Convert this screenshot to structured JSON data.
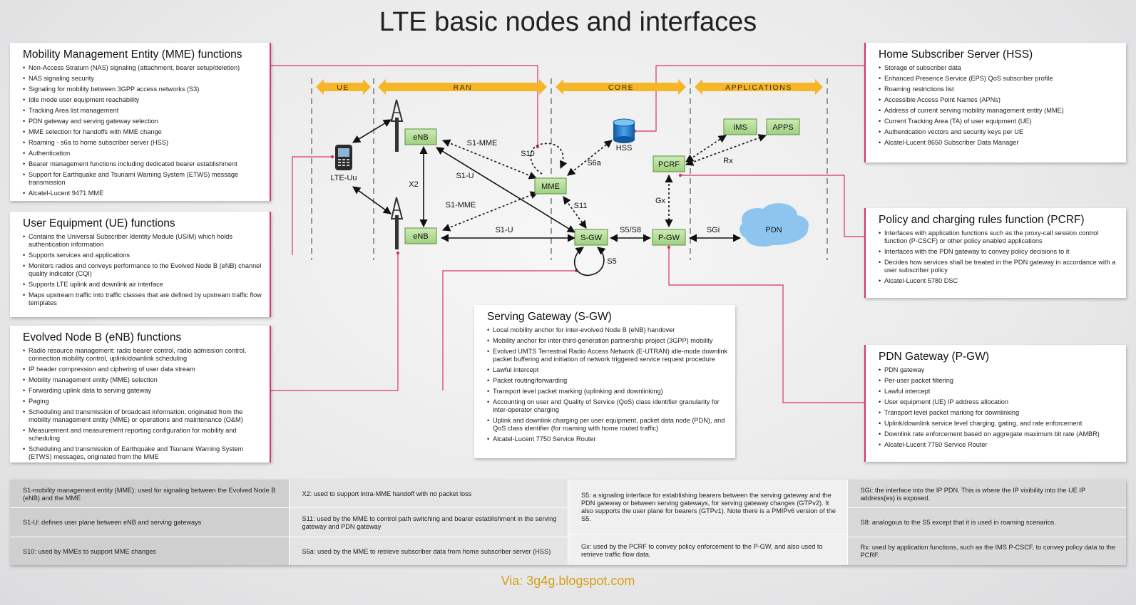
{
  "title": "LTE basic nodes and interfaces",
  "footer": "Via: 3g4g.blogspot.com",
  "colors": {
    "accent_line": "#d8326a",
    "node_fill": "#b5dd98",
    "domain_arrow": "#f5b727",
    "hss_blue": "#1f6fb8"
  },
  "domains": {
    "ue": "UE",
    "ran": "RAN",
    "core": "CORE",
    "apps": "APPLICATIONS"
  },
  "nodes": {
    "enb_top": "eNB",
    "enb_bottom": "eNB",
    "mme": "MME",
    "sgw": "S-GW",
    "pgw": "P-GW",
    "pcrf": "PCRF",
    "ims": "IMS",
    "apps": "APPS",
    "hss": "HSS",
    "pdn": "PDN",
    "ue": "LTE-Uu"
  },
  "interfaces": {
    "s1mme_top": "S1-MME",
    "s1mme_bottom": "S1-MME",
    "s1u_diag": "S1-U",
    "s1u_bottom": "S1-U",
    "x2": "X2",
    "s10": "S10",
    "s6a": "S6a",
    "s11": "S11",
    "s5s8": "S5/S8",
    "s5": "S5",
    "sgi": "SGi",
    "gx": "Gx",
    "rx": "Rx"
  },
  "boxes": {
    "mme": {
      "title": "Mobility Management Entity (MME) functions",
      "items": [
        "Non-Access Stratum (NAS) signaling (attachment, bearer setup/deletion)",
        "NAS signaling security",
        "Signaling for mobility between 3GPP access networks (S3)",
        "Idle mode user equipment reachability",
        "Tracking Area list management",
        "PDN gateway and serving gateway selection",
        "MME selection for handoffs with MME change",
        "Roaming - s6a to home subscriber server (HSS)",
        "Authentication",
        "Bearer management functions including dedicated bearer establishment",
        "Support for Earthquake and Tsunami Warning System (ETWS) message transmission",
        "Alcatel-Lucent 9471 MME"
      ]
    },
    "ue": {
      "title": "User Equipment (UE) functions",
      "items": [
        "Contains the Universal Subscriber Identity Module (USIM) which holds authentication information",
        "Supports services and applications",
        "Monitors radios and conveys performance to the Evolved Node B (eNB) channel quality indicator (CQI)",
        "Supports LTE uplink and downlink air interface",
        "Maps upstream traffic into traffic classes that are defined by upstream traffic flow templates"
      ]
    },
    "enb": {
      "title": "Evolved Node B (eNB) functions",
      "items": [
        "Radio resource management: radio bearer control, radio admission control, connection mobility control, uplink/downlink scheduling",
        "IP header compression and ciphering of user data stream",
        "Mobility management entity (MME) selection",
        "Forwarding uplink data to serving gateway",
        "Paging",
        "Scheduling and transmission of broadcast information, originated from the mobility management entity (MME) or operations and maintenance (O&M)",
        "Measurement and measurement reporting configuration for mobility and scheduling",
        "Scheduling and transmission of Earthquake and Tsunami Warning System (ETWS) messages, originated from the MME"
      ]
    },
    "sgw": {
      "title": "Serving Gateway (S-GW)",
      "items": [
        "Local mobility anchor for inter-evolved Node B (eNB) handover",
        "Mobility anchor for inter-third-generation partnership project (3GPP) mobility",
        "Evolved UMTS Terrestrial Radio Access Network (E-UTRAN) idle-mode downlink packet buffering and initiation of network triggered service request procedure",
        "Lawful intercept",
        "Packet routing/forwarding",
        "Transport level packet marking (uplinking and downlinking)",
        "Accounting on user and Quality of Service (QoS) class identifier granularity for inter-operator charging",
        "Uplink and downlink charging per user equipment, packet data node (PDN), and QoS class identifier (for roaming with home routed traffic)",
        "Alcatel-Lucent 7750 Service Router"
      ]
    },
    "hss": {
      "title": "Home Subscriber Server (HSS)",
      "items": [
        "Storage of subscriber data",
        "Enhanced Presence Service (EPS) QoS subscriber profile",
        "Roaming restrictions list",
        "Accessible Access Point Names (APNs)",
        "Address of current serving mobility management entity (MME)",
        "Current Tracking Area (TA) of user equipment (UE)",
        "Authentication vectors and security keys per UE",
        "Alcatel-Lucent 8650 Subscriber Data Manager"
      ]
    },
    "pcrf": {
      "title": "Policy and charging rules function (PCRF)",
      "items": [
        "Interfaces with application functions such as the proxy-call session control function (P-CSCF) or other policy enabled applications",
        "Interfaces with the PDN gateway to convey policy decisions to it",
        "Decides how services shall be treated in the PDN gateway in accordance with a user subscriber policy",
        "Alcatel-Lucent 5780 DSC"
      ]
    },
    "pgw": {
      "title": "PDN Gateway (P-GW)",
      "items": [
        "PDN gateway",
        "Per-user packet filtering",
        "Lawful intercept",
        "User equipment (UE) IP address allocation",
        "Transport level packet marking for downlinking",
        "Uplink/downlink service level charging, gating, and rate enforcement",
        "Downlink rate enforcement based on aggregate maximum bit rate (AMBR)",
        "Alcatel-Lucent 7750 Service Router"
      ]
    }
  },
  "glossary": [
    [
      "S1-mobility management entity (MME): used for signaling between the Evolved Node B (eNB) and the MME",
      "S1-U: defines user plane between eNB and serving gateways",
      "S10: used by MMEs to support MME changes"
    ],
    [
      "X2: used to support intra-MME handoff with no packet loss",
      "S11: used by the MME to control path switching and bearer establishment in the serving gateway and PDN gateway",
      "S6a: used by the MME to retrieve subscriber data from home subscriber server (HSS)"
    ],
    [
      "S5: a signaling interface for establishing bearers between the serving gateway and the PDN gateway or between serving gateways, for serving gateway changes (GTPv2). It also supports the user plane for bearers (GTPv1). Note there is a PMIPv6 version of the S5.",
      "Gx: used by the PCRF to convey policy enforcement to the P-GW, and also used to retrieve traffic flow data."
    ],
    [
      "SGi: the interface into the IP PDN. This is where the IP visibility into the UE IP address(es) is exposed.",
      "S8: analogous to the S5 except that it is used in roaming scenarios.",
      "Rx: used by application functions, such as the IMS P-CSCF, to convey policy data to the PCRF."
    ]
  ]
}
